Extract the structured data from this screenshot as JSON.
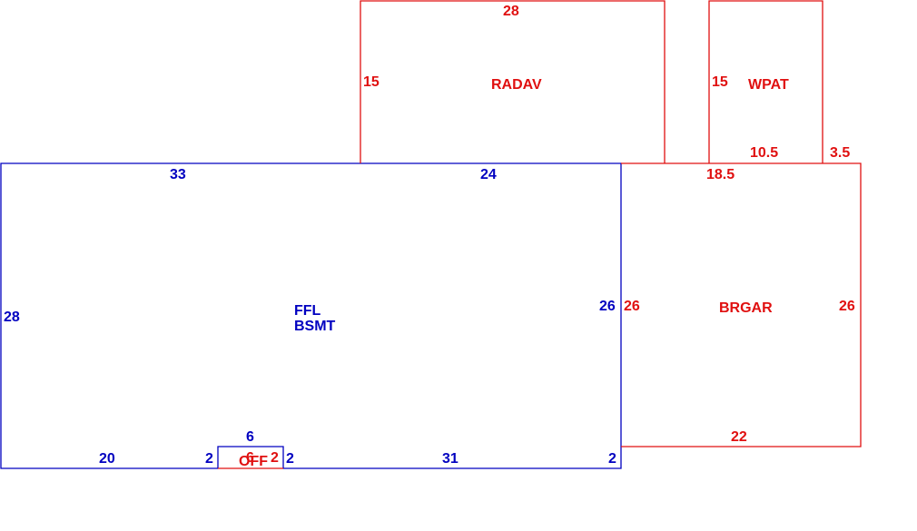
{
  "colors": {
    "main": "#0000c0",
    "addition": "#e01010"
  },
  "areas": {
    "main": {
      "label_line1": "FFL",
      "label_line2": "BSMT"
    },
    "radav": {
      "label": "RADAV"
    },
    "wpat": {
      "label": "WPAT"
    },
    "brgar": {
      "label": "BRGAR"
    },
    "off": {
      "label": "OFF"
    }
  },
  "dimensions": {
    "main_top_left": "33",
    "main_top_right": "24",
    "main_left": "28",
    "main_right": "26",
    "main_bottom_left": "20",
    "notch_left": "2",
    "notch_top": "6",
    "notch_right": "2",
    "main_bottom_right": "31",
    "main_bottom_corner": "2",
    "radav_top": "28",
    "radav_left": "15",
    "wpat_left": "15",
    "wpat_bottom": "10.5",
    "wpat_offset": "3.5",
    "brgar_top": "18.5",
    "brgar_left": "26",
    "brgar_right": "26",
    "brgar_bottom": "22",
    "off_bottom": "6",
    "off_right": "2"
  }
}
